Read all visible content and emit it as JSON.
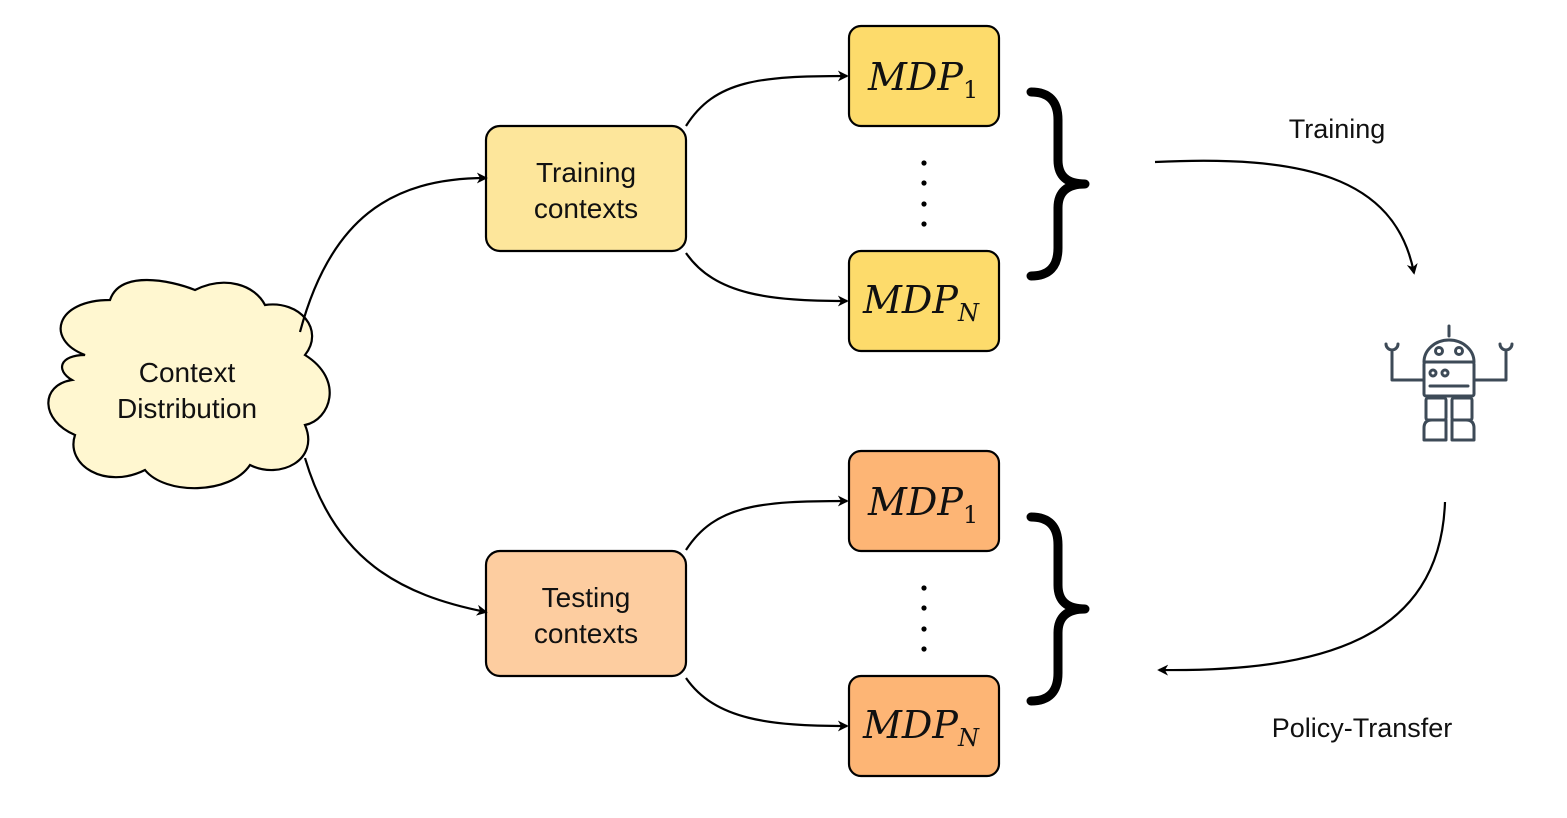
{
  "cloud": {
    "line1": "Context",
    "line2": "Distribution"
  },
  "training_box": {
    "line1": "Training",
    "line2": "contexts"
  },
  "testing_box": {
    "line1": "Testing",
    "line2": "contexts"
  },
  "mdp": {
    "base": "MDP",
    "sub_first": "1",
    "sub_last": "N"
  },
  "labels": {
    "training": "Training",
    "policy_transfer": "Policy-Transfer"
  },
  "colors": {
    "cloud_fill": "#fff7d0",
    "training_box_fill": "#fde69b",
    "training_mdp_fill": "#fddb6b",
    "testing_box_fill": "#fdcda0",
    "testing_mdp_fill": "#fdb575",
    "robot_stroke": "#3d4a57"
  },
  "icons": {
    "agent": "robot-icon"
  }
}
